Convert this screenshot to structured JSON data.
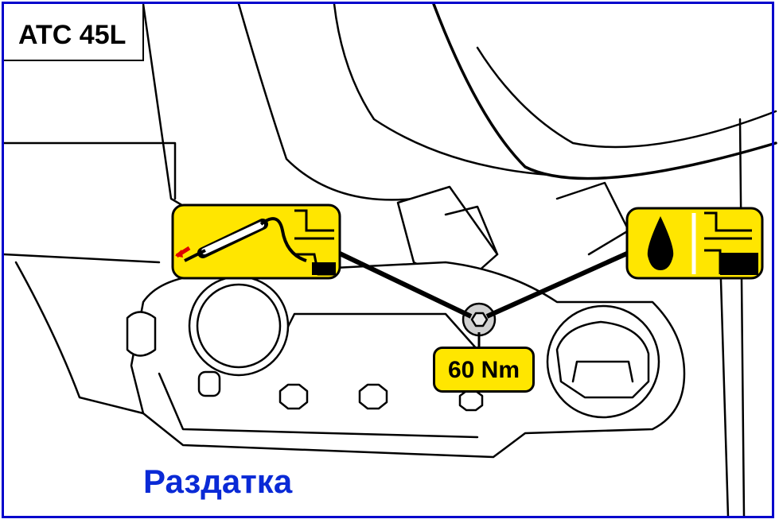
{
  "model_label": "ATC 45L",
  "torque": "60 Nm",
  "caption": "Раздатка",
  "colors": {
    "frame": "#0000cc",
    "callout_fill": "#ffe600",
    "caption_text": "#0a2ad6",
    "line_art": "#000000"
  },
  "icons": {
    "drain_panel": "oil-extraction-syringe-icon",
    "fill_panel": "oil-drop-level-icon"
  }
}
